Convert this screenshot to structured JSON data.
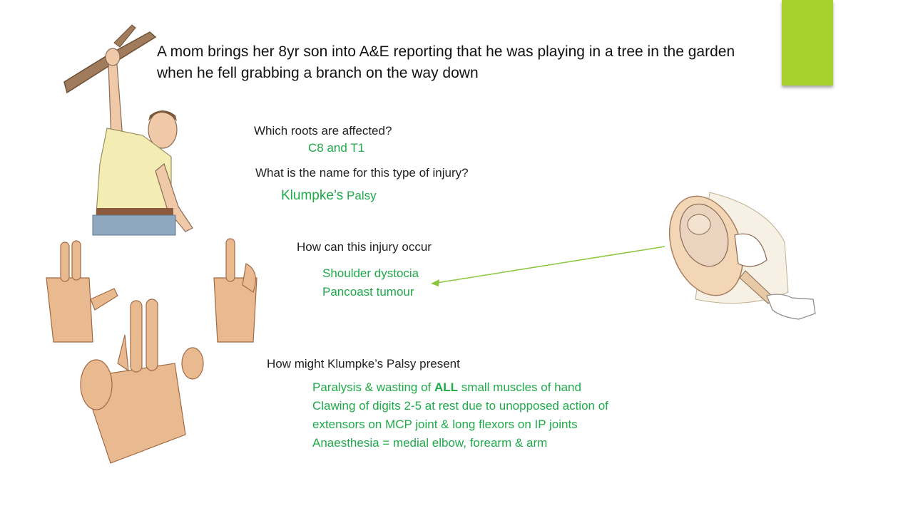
{
  "slide": {
    "title": "A mom brings her 8yr son into A&E reporting that he was playing in a tree in the garden when he fell grabbing a branch on the way down",
    "accent_color": "#a7d12f",
    "answer_color": "#1faa4a"
  },
  "q1": {
    "question": "Which roots are affected?",
    "answer": "C8 and T1"
  },
  "q2": {
    "question": "What is the name for this type of injury?",
    "answer_main": "Klumpke’s",
    "answer_suffix": " Palsy"
  },
  "q3": {
    "question": "How can this injury occur",
    "answers": [
      "Shoulder dystocia",
      "Pancoast tumour"
    ]
  },
  "q4": {
    "question": "How might Klumpke’s Palsy present",
    "line1_pre": "Paralysis & wasting of ",
    "line1_bold": "ALL",
    "line1_post": " small muscles of hand",
    "line2": "Clawing of digits 2-5 at rest due to unopposed action of",
    "line3": "extensors on MCP joint & long flexors on IP joints",
    "line4": "Anaesthesia  = medial elbow, forearm & arm"
  },
  "illustrations": [
    "boy-hanging-from-branch",
    "claw-hands",
    "shoulder-dystocia-birth"
  ]
}
